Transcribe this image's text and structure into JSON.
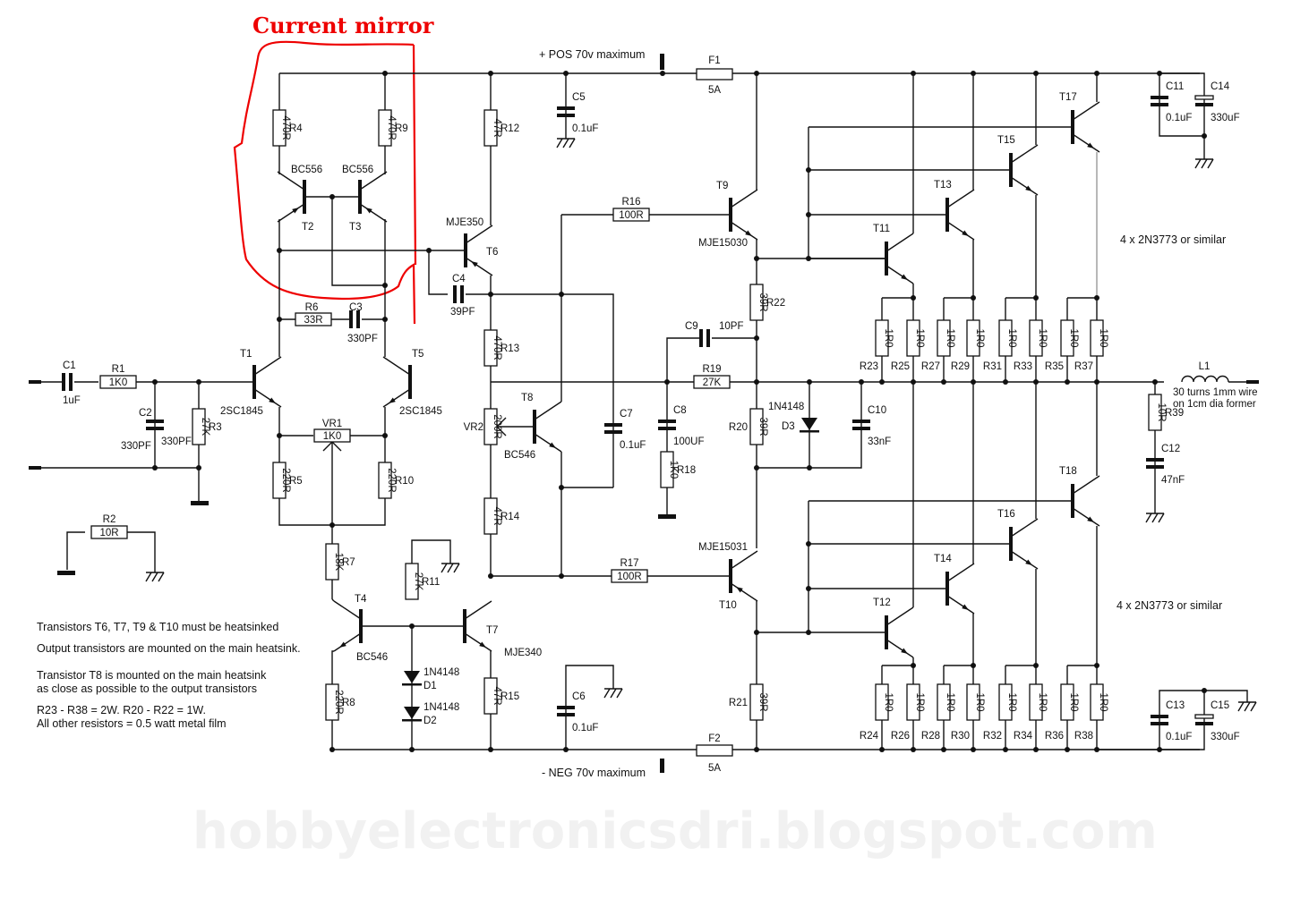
{
  "annotation": {
    "title": "Current mirror",
    "color": "#e00000"
  },
  "rails": {
    "positive": "+ POS 70v maximum",
    "negative": "- NEG 70v maximum"
  },
  "fuses": [
    {
      "ref": "F1",
      "value": "5A"
    },
    {
      "ref": "F2",
      "value": "5A"
    }
  ],
  "transistors": [
    {
      "ref": "T1",
      "part": "2SC1845"
    },
    {
      "ref": "T2",
      "part": "BC556"
    },
    {
      "ref": "T3",
      "part": "BC556"
    },
    {
      "ref": "T4",
      "part": "BC546"
    },
    {
      "ref": "T5",
      "part": "2SC1845"
    },
    {
      "ref": "T6",
      "part": "MJE350"
    },
    {
      "ref": "T7",
      "part": "MJE340"
    },
    {
      "ref": "T8",
      "part": "BC546"
    },
    {
      "ref": "T9",
      "part": "MJE15030"
    },
    {
      "ref": "T10",
      "part": "MJE15031"
    },
    {
      "ref": "T11"
    },
    {
      "ref": "T12"
    },
    {
      "ref": "T13"
    },
    {
      "ref": "T14"
    },
    {
      "ref": "T15"
    },
    {
      "ref": "T16"
    },
    {
      "ref": "T17"
    },
    {
      "ref": "T18"
    }
  ],
  "output_note_top": "4 x 2N3773 or similar",
  "output_note_bottom": "4 x 2N3773 or similar",
  "resistors": {
    "R1": "1K0",
    "R2": "10R",
    "R3": "27K",
    "R4": "470R",
    "R5": "220R",
    "R6": "33R",
    "R7": "18K",
    "R8": "220R",
    "R9": "470R",
    "R10": "220R",
    "R11": "27K",
    "R12": "47R",
    "R13": "470R",
    "R14": "47R",
    "R15": "47R",
    "R16": "100R",
    "R17": "100R",
    "R18": "1K0",
    "R19": "27K",
    "R20": "39R",
    "R21": "39R",
    "R22": "39R",
    "R39": "10R",
    "emitter": "1R0"
  },
  "emitter_top_refs": [
    "R23",
    "R25",
    "R27",
    "R29",
    "R31",
    "R33",
    "R35",
    "R37"
  ],
  "emitter_bottom_refs": [
    "R24",
    "R26",
    "R28",
    "R30",
    "R32",
    "R34",
    "R36",
    "R38"
  ],
  "pots": {
    "VR1": "1K0",
    "VR2": "200R"
  },
  "capacitors": {
    "C1": "1uF",
    "C2": "330PF",
    "C3": "330PF",
    "C4": "39PF",
    "C5": "0.1uF",
    "C6": "0.1uF",
    "C7": "0.1uF",
    "C8": "100UF",
    "C9": "10PF",
    "C10": "33nF",
    "C11": "0.1uF",
    "C12": "47nF",
    "C13": "0.1uF",
    "C14": "330uF",
    "C15": "330uF"
  },
  "diodes": [
    {
      "ref": "D1",
      "part": "1N4148"
    },
    {
      "ref": "D2",
      "part": "1N4148"
    },
    {
      "ref": "D3",
      "part": "1N4148"
    }
  ],
  "inductor": {
    "ref": "L1",
    "note_line1": "30 turns 1mm wire",
    "note_line2": "on 1cm dia former"
  },
  "notes": [
    "Transistors T6, T7, T9 & T10 must be heatsinked",
    "Output transistors are mounted on the main heatsink.",
    "Transistor T8 is mounted on the main heatsink",
    "as close as possible to the output transistors",
    "R23 - R38 = 2W.  R20 - R22 = 1W.",
    "All other resistors = 0.5 watt metal film"
  ],
  "watermark": "hobbyelectronicsdri.blogspot.com"
}
